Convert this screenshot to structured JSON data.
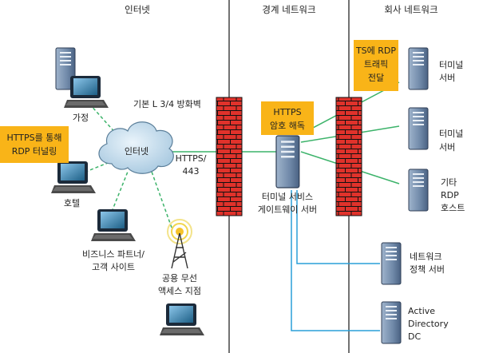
{
  "zones": {
    "internet": "인터넷",
    "perimeter": "경계 네트워크",
    "corporate": "회사 네트워크"
  },
  "labels": {
    "home": "가정",
    "hotel": "호텔",
    "partner_line1": "비즈니스 파트너/",
    "partner_line2": "고객 사이트",
    "wifi_line1": "공용 무선",
    "wifi_line2": "액세스 지점",
    "cloud": "인터넷",
    "firewall": "기본 L 3/4 방화벽",
    "https_line1": "HTTPS/",
    "https_line2": "443",
    "gateway_line1": "터미널 서비스",
    "gateway_line2": "게이트웨이 서버",
    "ts1_line1": "터미널",
    "ts1_line2": "서버",
    "ts2_line1": "터미널",
    "ts2_line2": "서버",
    "rdp_line1": "기타",
    "rdp_line2": "RDP",
    "rdp_line3": "호스트",
    "nps_line1": "네트워크",
    "nps_line2": "정책 서버",
    "ad_line1": "Active",
    "ad_line2": "Directory",
    "ad_line3": "DC"
  },
  "callouts": {
    "tunnel_line1": "HTTPS를 통해",
    "tunnel_line2": "RDP 터널링",
    "decrypt_line1": "HTTPS",
    "decrypt_line2": "암호 해독",
    "forward_line1": "TS에 RDP",
    "forward_line2": "트래픽",
    "forward_line3": "전달"
  },
  "colors": {
    "callout": "#f9b418",
    "green_link": "#3cb36a",
    "blue_link": "#2a9fd8",
    "brick": "#e0322b",
    "monitor": "#1d5f86",
    "server": "#6f88a8"
  },
  "icons": {
    "cloud": "cloud-icon",
    "firewall": "brick-firewall-icon",
    "server": "server-tower-icon",
    "laptop": "laptop-icon",
    "tower": "wireless-tower-icon"
  }
}
